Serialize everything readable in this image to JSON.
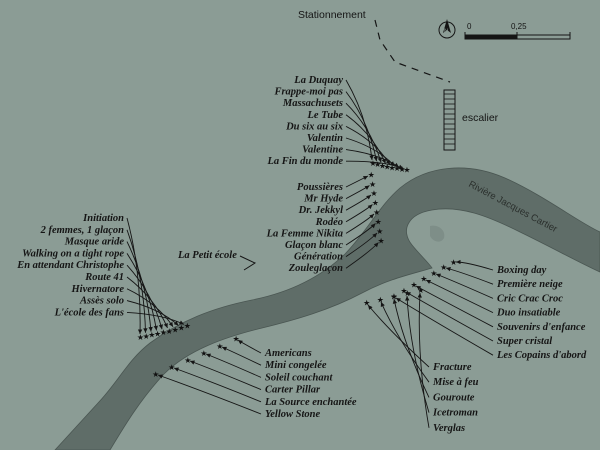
{
  "map": {
    "river_name": "Rivière Jacques Cartier",
    "labels": {
      "parking": "Stationnement",
      "stairs": "escalier",
      "small_school": "La Petit école"
    },
    "scale": {
      "zero": "0",
      "quarter": "0,25"
    },
    "compass": "N",
    "colors": {
      "background": "#8b9c95",
      "river": "#5f6d68",
      "ink": "#151515"
    }
  },
  "routes": {
    "group_top": [
      "La Duquay",
      "Frappe-moi pas",
      "Massachusets",
      "Le Tube",
      "Du six au six",
      "Valentin",
      "Valentine",
      "La Fin du monde"
    ],
    "group_bend": [
      "Poussières",
      "Mr Hyde",
      "Dr. Jekkyl",
      "Rodéo",
      "La Femme Nikita",
      "Glaçon blanc",
      "Génération",
      "Zouleglaçon"
    ],
    "group_left": [
      "Initiation",
      "2 femmes, 1 glaçon",
      "Masque aride",
      "Walking on a tight rope",
      "En attendant Christophe",
      "Route 41",
      "Hivernatore",
      "Assès solo",
      "L'école des fans"
    ],
    "group_bottom_left": [
      "Americans",
      "Mini congelée",
      "Soleil couchant",
      "Carter Pillar",
      "La Source enchantée",
      "Yellow Stone"
    ],
    "group_bottom_mid": [
      "Fracture",
      "Mise à feu",
      "Gouroute",
      "Icetroman",
      "Verglas"
    ],
    "group_right": [
      "Boxing day",
      "Première neige",
      "Cric Crac Croc",
      "Duo insatiable",
      "Souvenirs d'enfance",
      "Super cristal",
      "Les Copains d'abord"
    ]
  }
}
